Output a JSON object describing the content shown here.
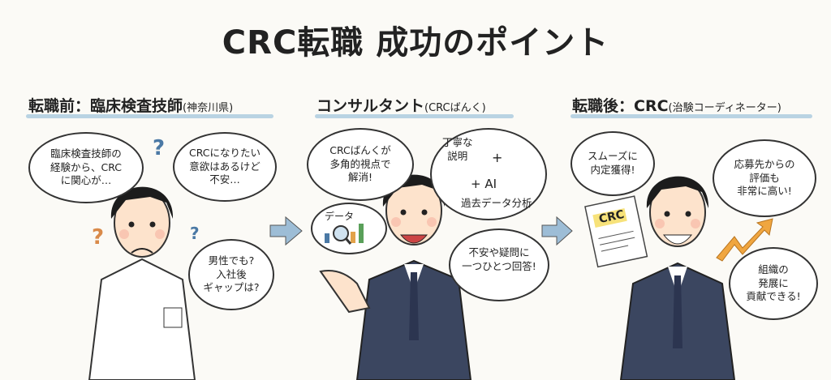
{
  "title": "CRC転職 成功のポイント",
  "before": {
    "heading": "転職前：臨床検査技師",
    "heading_note": "(神奈川県)",
    "bubbles": [
      "臨床検査技師の\n経験から、CRC\nに関心が…",
      "CRCになりたい\n意欲はあるけど\n不安…",
      "男性でも?\n入社後\nギャップは?"
    ],
    "question_mark": "?"
  },
  "consultant": {
    "heading": "コンサルタント",
    "heading_note": "(CRCばんく)",
    "bubbles": [
      "CRCばんくが\n多角的視点で\n解消!",
      "丁寧な\n説明",
      "+",
      "+ AI",
      "過去データ分析",
      "不安や疑問に\n一つひとつ回答!"
    ],
    "data_label": "データ",
    "icons": [
      "robot-icon",
      "magnifier-chart-icon",
      "handshake-icon"
    ]
  },
  "after": {
    "heading": "転職後：CRC",
    "heading_note": "(治験コーディネーター)",
    "bubbles": [
      "スムーズに\n内定獲得!",
      "応募先からの\n評価も\n非常に高い!",
      "組織の\n発展に\n貢献できる!"
    ],
    "document_label": "CRC",
    "icons": [
      "document-icon",
      "trend-up-arrow-icon"
    ]
  },
  "colors": {
    "underline": "#a9c9de",
    "arrow": "#9dbdd6",
    "trend": "#f0a640",
    "suit": "#3b4660",
    "highlight": "#f7e27a"
  }
}
